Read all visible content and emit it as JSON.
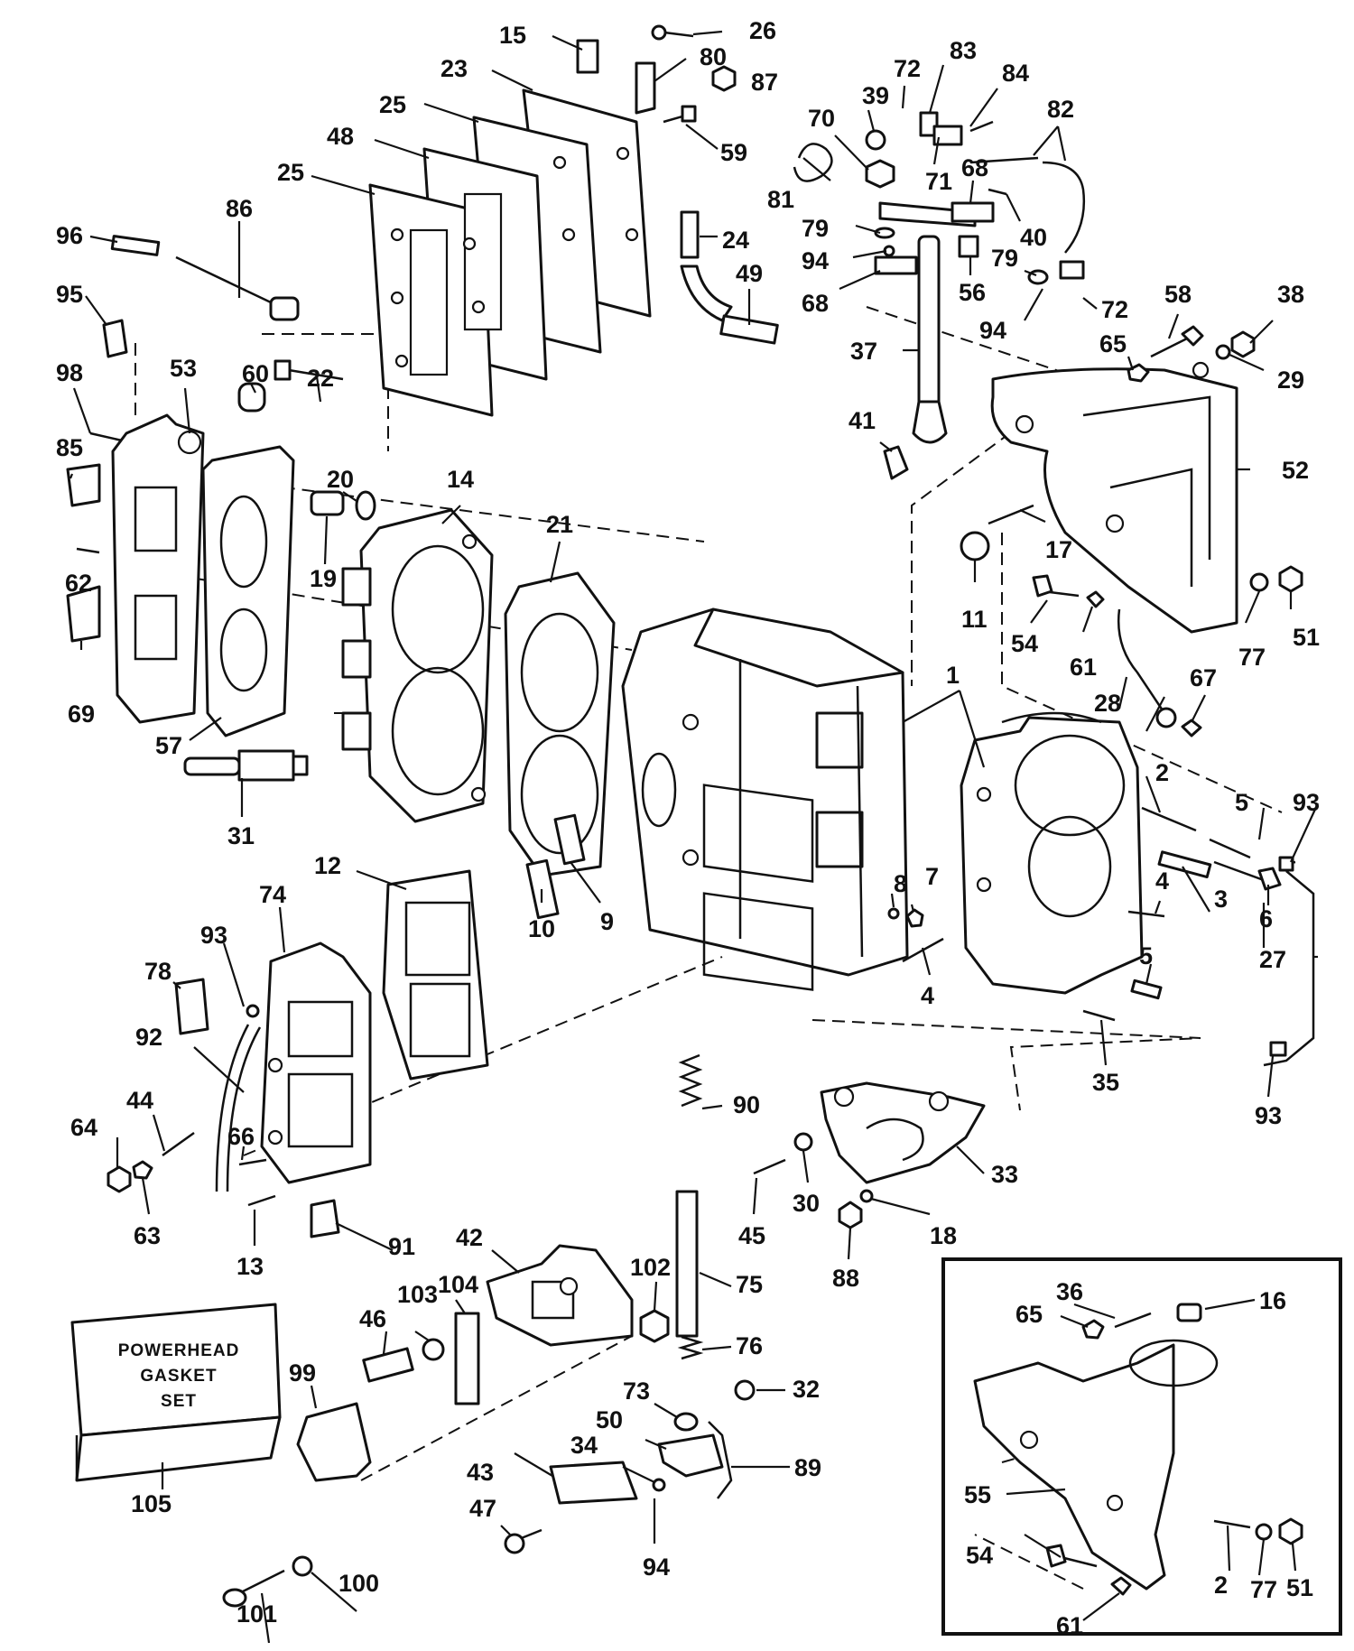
{
  "callouts": [
    {
      "id": "c15",
      "text": "15"
    },
    {
      "id": "c26",
      "text": "26"
    },
    {
      "id": "c80",
      "text": "80"
    },
    {
      "id": "c87",
      "text": "87"
    },
    {
      "id": "c23",
      "text": "23"
    },
    {
      "id": "c59",
      "text": "59"
    },
    {
      "id": "c25a",
      "text": "25"
    },
    {
      "id": "c48",
      "text": "48"
    },
    {
      "id": "c25b",
      "text": "25"
    },
    {
      "id": "c86",
      "text": "86"
    },
    {
      "id": "c96",
      "text": "96"
    },
    {
      "id": "c95",
      "text": "95"
    },
    {
      "id": "c98",
      "text": "98"
    },
    {
      "id": "c53",
      "text": "53"
    },
    {
      "id": "c60",
      "text": "60"
    },
    {
      "id": "c22",
      "text": "22"
    },
    {
      "id": "c85",
      "text": "85"
    },
    {
      "id": "c20",
      "text": "20"
    },
    {
      "id": "c14",
      "text": "14"
    },
    {
      "id": "c19",
      "text": "19"
    },
    {
      "id": "c62",
      "text": "62"
    },
    {
      "id": "c69",
      "text": "69"
    },
    {
      "id": "c57",
      "text": "57"
    },
    {
      "id": "c31",
      "text": "31"
    },
    {
      "id": "c21",
      "text": "21"
    },
    {
      "id": "c72a",
      "text": "72"
    },
    {
      "id": "c83",
      "text": "83"
    },
    {
      "id": "c84",
      "text": "84"
    },
    {
      "id": "c39",
      "text": "39"
    },
    {
      "id": "c70",
      "text": "70"
    },
    {
      "id": "c82",
      "text": "82"
    },
    {
      "id": "c71",
      "text": "71"
    },
    {
      "id": "c68a",
      "text": "68"
    },
    {
      "id": "c81",
      "text": "81"
    },
    {
      "id": "c40",
      "text": "40"
    },
    {
      "id": "c24",
      "text": "24"
    },
    {
      "id": "c79a",
      "text": "79"
    },
    {
      "id": "c94a",
      "text": "94"
    },
    {
      "id": "c79b",
      "text": "79"
    },
    {
      "id": "c49",
      "text": "49"
    },
    {
      "id": "c56",
      "text": "56"
    },
    {
      "id": "c68b",
      "text": "68"
    },
    {
      "id": "c72b",
      "text": "72"
    },
    {
      "id": "c58",
      "text": "58"
    },
    {
      "id": "c38",
      "text": "38"
    },
    {
      "id": "c94b",
      "text": "94"
    },
    {
      "id": "c65a",
      "text": "65"
    },
    {
      "id": "c37",
      "text": "37"
    },
    {
      "id": "c29",
      "text": "29"
    },
    {
      "id": "c41",
      "text": "41"
    },
    {
      "id": "c52",
      "text": "52"
    },
    {
      "id": "c17",
      "text": "17"
    },
    {
      "id": "c11",
      "text": "11"
    },
    {
      "id": "c54a",
      "text": "54"
    },
    {
      "id": "c61a",
      "text": "61"
    },
    {
      "id": "c77a",
      "text": "77"
    },
    {
      "id": "c51a",
      "text": "51"
    },
    {
      "id": "c67",
      "text": "67"
    },
    {
      "id": "c1",
      "text": "1"
    },
    {
      "id": "c28",
      "text": "28"
    },
    {
      "id": "c2a",
      "text": "2"
    },
    {
      "id": "c5a",
      "text": "5"
    },
    {
      "id": "c93a",
      "text": "93"
    },
    {
      "id": "c12",
      "text": "12"
    },
    {
      "id": "c74",
      "text": "74"
    },
    {
      "id": "c93b",
      "text": "93"
    },
    {
      "id": "c78",
      "text": "78"
    },
    {
      "id": "c8",
      "text": "8"
    },
    {
      "id": "c7",
      "text": "7"
    },
    {
      "id": "c4a",
      "text": "4"
    },
    {
      "id": "c3",
      "text": "3"
    },
    {
      "id": "c6",
      "text": "6"
    },
    {
      "id": "c10",
      "text": "10"
    },
    {
      "id": "c9",
      "text": "9"
    },
    {
      "id": "c4b",
      "text": "4"
    },
    {
      "id": "c27",
      "text": "27"
    },
    {
      "id": "c5b",
      "text": "5"
    },
    {
      "id": "c92",
      "text": "92"
    },
    {
      "id": "c35",
      "text": "35"
    },
    {
      "id": "c93c",
      "text": "93"
    },
    {
      "id": "c44",
      "text": "44"
    },
    {
      "id": "c64",
      "text": "64"
    },
    {
      "id": "c66",
      "text": "66"
    },
    {
      "id": "c90",
      "text": "90"
    },
    {
      "id": "c63",
      "text": "63"
    },
    {
      "id": "c13",
      "text": "13"
    },
    {
      "id": "c91",
      "text": "91"
    },
    {
      "id": "c30",
      "text": "30"
    },
    {
      "id": "c33",
      "text": "33"
    },
    {
      "id": "c45",
      "text": "45"
    },
    {
      "id": "c18",
      "text": "18"
    },
    {
      "id": "c88",
      "text": "88"
    },
    {
      "id": "c42",
      "text": "42"
    },
    {
      "id": "c102",
      "text": "102"
    },
    {
      "id": "c75",
      "text": "75"
    },
    {
      "id": "c46",
      "text": "46"
    },
    {
      "id": "c103",
      "text": "103"
    },
    {
      "id": "c104",
      "text": "104"
    },
    {
      "id": "c99",
      "text": "99"
    },
    {
      "id": "c76",
      "text": "76"
    },
    {
      "id": "c32",
      "text": "32"
    },
    {
      "id": "c73",
      "text": "73"
    },
    {
      "id": "c50",
      "text": "50"
    },
    {
      "id": "c34",
      "text": "34"
    },
    {
      "id": "c89",
      "text": "89"
    },
    {
      "id": "c43",
      "text": "43"
    },
    {
      "id": "c47",
      "text": "47"
    },
    {
      "id": "c94c",
      "text": "94"
    },
    {
      "id": "c105",
      "text": "105"
    },
    {
      "id": "c101",
      "text": "101"
    },
    {
      "id": "c100",
      "text": "100"
    },
    {
      "id": "c36",
      "text": "36"
    },
    {
      "id": "c16",
      "text": "16"
    },
    {
      "id": "c65b",
      "text": "65"
    },
    {
      "id": "c55",
      "text": "55"
    },
    {
      "id": "c54b",
      "text": "54"
    },
    {
      "id": "c2b",
      "text": "2"
    },
    {
      "id": "c77b",
      "text": "77"
    },
    {
      "id": "c51b",
      "text": "51"
    },
    {
      "id": "c61b",
      "text": "61"
    }
  ],
  "gasket_box": {
    "line1": "POWERHEAD",
    "line2": "GASKET",
    "line3": "SET"
  }
}
